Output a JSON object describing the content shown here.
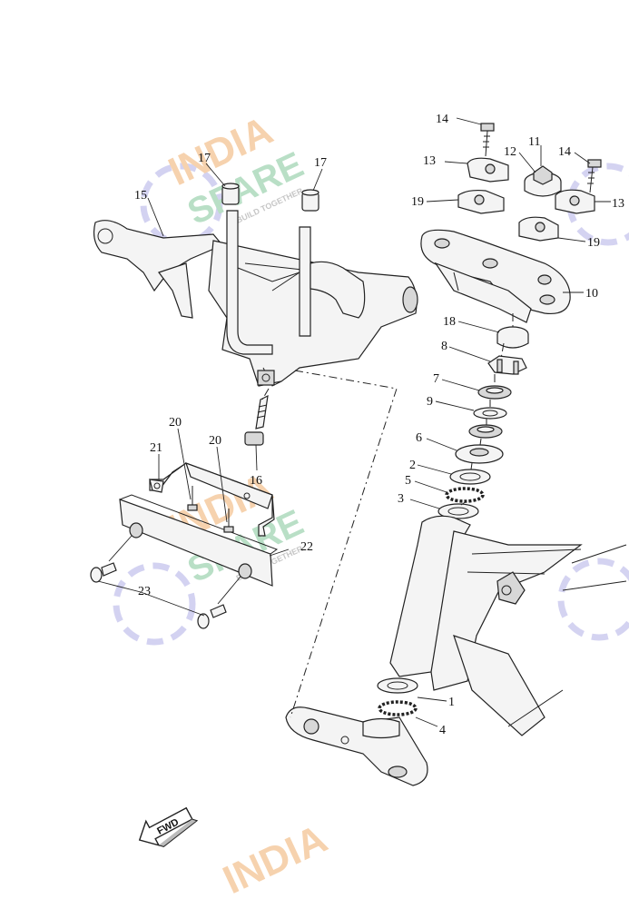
{
  "watermark": {
    "line1": "INDIA",
    "line2": "SPARE",
    "tagline": "BUILD TOGETHER",
    "color_primary": "#f5c89a",
    "color_secondary": "#a8d8b9",
    "color_icon": "#c9c8ee"
  },
  "callouts": {
    "c1": "1",
    "c2": "2",
    "c3": "3",
    "c4": "4",
    "c5": "5",
    "c6": "6",
    "c7": "7",
    "c8": "8",
    "c9": "9",
    "c10": "10",
    "c11": "11",
    "c12": "12",
    "c13a": "13",
    "c13b": "13",
    "c14a": "14",
    "c14b": "14",
    "c15": "15",
    "c16": "16",
    "c17a": "17",
    "c17b": "17",
    "c18": "18",
    "c19a": "19",
    "c19b": "19",
    "c20a": "20",
    "c20b": "20",
    "c21": "21",
    "c22": "22",
    "c23": "23"
  },
  "fwd_label": "FWD"
}
